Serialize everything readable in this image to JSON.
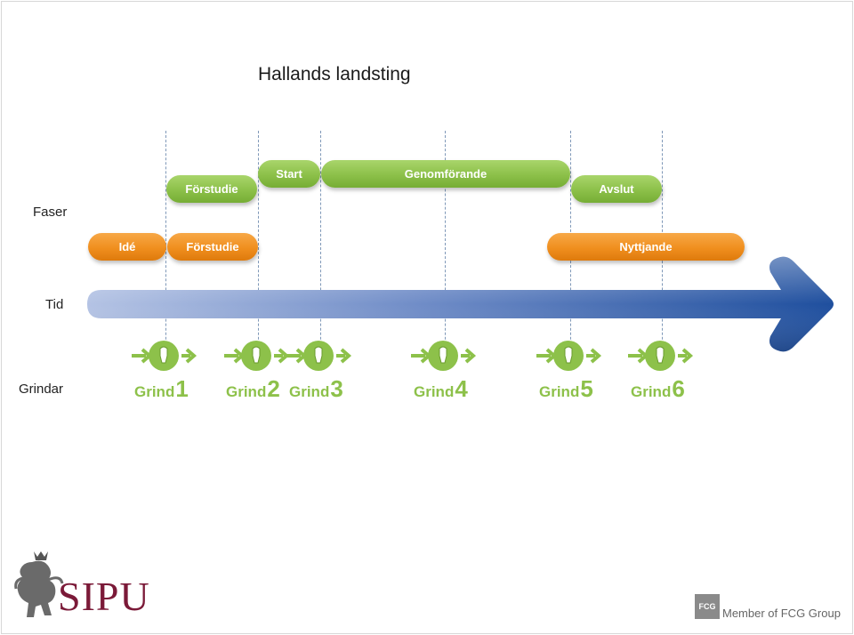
{
  "title": "Hallands landsting",
  "rows": {
    "faser": "Faser",
    "tid": "Tid",
    "grindar": "Grindar"
  },
  "phases_green": [
    {
      "label": "Förstudie"
    },
    {
      "label": "Start"
    },
    {
      "label": "Genomförande"
    },
    {
      "label": "Avslut"
    }
  ],
  "phases_orange": [
    {
      "label": "Idé"
    },
    {
      "label": "Förstudie"
    },
    {
      "label": "Nyttjande"
    }
  ],
  "gates": [
    {
      "word": "Grind",
      "num": "1"
    },
    {
      "word": "Grind",
      "num": "2"
    },
    {
      "word": "Grind",
      "num": "3"
    },
    {
      "word": "Grind",
      "num": "4"
    },
    {
      "word": "Grind",
      "num": "5"
    },
    {
      "word": "Grind",
      "num": "6"
    }
  ],
  "logos": {
    "sipu": "SIPU",
    "fcg_badge": "FCG",
    "fcg_member": "Member of FCG Group"
  },
  "colors": {
    "green": "#8cc049",
    "orange": "#f08f1e",
    "arrow_dark": "#1f4f9e",
    "arrow_light": "#a9b9de",
    "sipu": "#7b1a38"
  },
  "icons": [
    "gate-lock-icon",
    "gate-arrow-icon",
    "sipu-lion-icon"
  ]
}
